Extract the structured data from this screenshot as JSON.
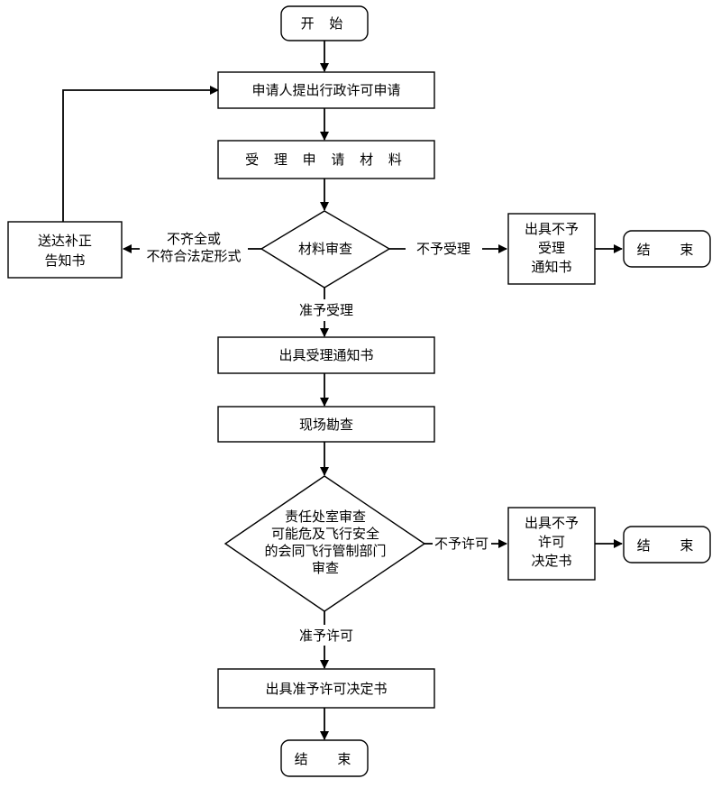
{
  "start": "开 始",
  "steps": {
    "apply": "申请人提出行政许可申请",
    "receive": "受 理 申 请 材 料",
    "review": "材料审查",
    "accept_notice": "出具受理通知书",
    "site_inspection": "现场勘查",
    "dept_review": [
      "责任处室审查",
      "可能危及飞行安全",
      "的会同飞行管制部门",
      "审查"
    ],
    "approve_decision": "出具准予许可决定书"
  },
  "branches": {
    "correction_notice": [
      "送达补正",
      "告知书"
    ],
    "incomplete_label": [
      "不齐全或",
      "不符合法定形式"
    ],
    "reject_label": "不予受理",
    "reject_notice": [
      "出具不予",
      "受理",
      "通知书"
    ],
    "accept_label": "准予受理",
    "deny_label": "不予许可",
    "deny_decision": [
      "出具不予",
      "许可",
      "决定书"
    ],
    "approve_label": "准予许可"
  },
  "end": "结 束"
}
